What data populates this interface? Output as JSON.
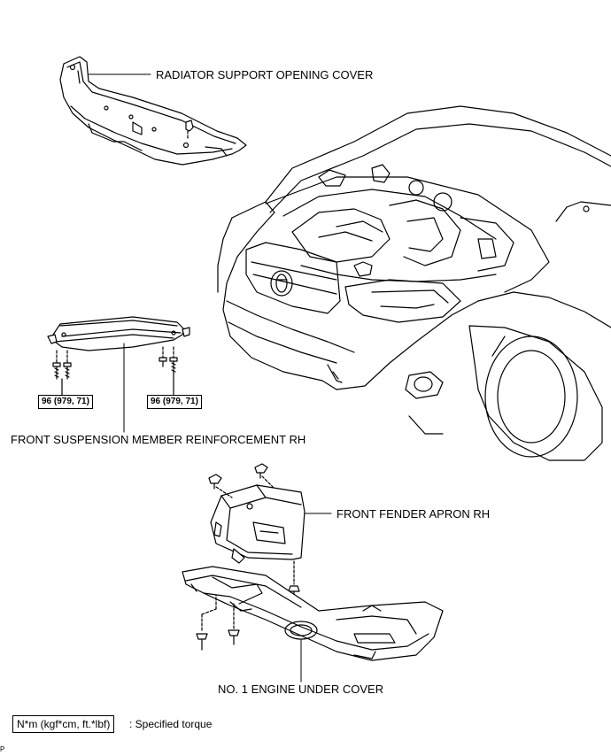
{
  "labels": {
    "radiator_support": "RADIATOR SUPPORT OPENING COVER",
    "front_suspension": "FRONT SUSPENSION MEMBER REINFORCEMENT RH",
    "front_fender": "FRONT FENDER APRON RH",
    "engine_under_cover": "NO. 1 ENGINE UNDER COVER"
  },
  "torque": {
    "left": "96 (979, 71)",
    "right": "96 (979, 71)"
  },
  "legend": {
    "unit_box": "N*m (kgf*cm, ft.*lbf)",
    "description": ": Specified torque"
  },
  "illustration_code": "P"
}
